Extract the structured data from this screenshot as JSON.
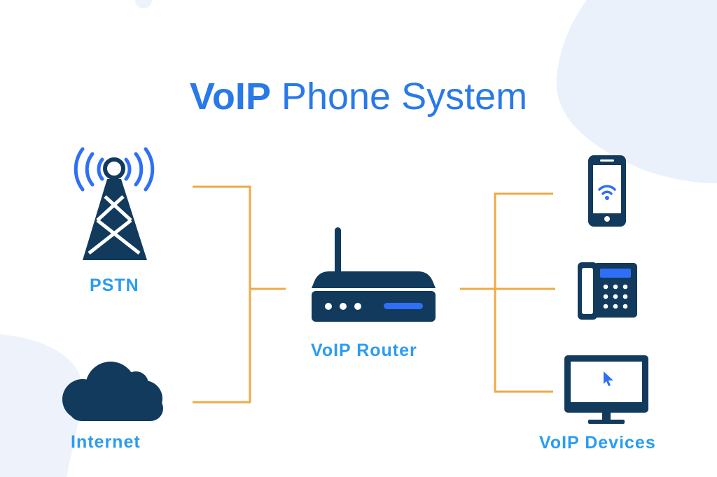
{
  "title": {
    "strong": "VoIP",
    "light": "Phone System"
  },
  "nodes": {
    "pstn": {
      "label": "PSTN",
      "icon": "cell-tower-icon"
    },
    "internet": {
      "label": "Internet",
      "icon": "cloud-icon"
    },
    "router": {
      "label": "VoIP Router",
      "icon": "router-icon"
    },
    "devices": {
      "label": "VoIP Devices",
      "items": [
        {
          "icon": "smartphone-icon"
        },
        {
          "icon": "desk-phone-icon"
        },
        {
          "icon": "computer-monitor-icon"
        }
      ]
    }
  },
  "colors": {
    "title": "#2979e8",
    "label": "#2b9cf0",
    "icon_dark": "#113a5d",
    "accent_blue": "#2f6ff5",
    "connector": "#efaa46",
    "blob": "#eaf1fb"
  }
}
